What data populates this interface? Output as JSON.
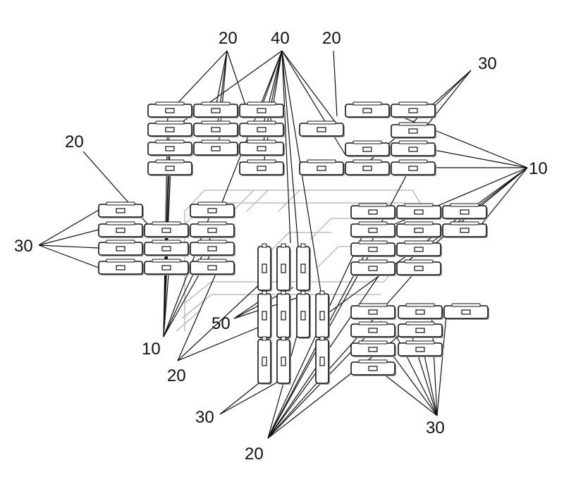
{
  "labels": {
    "top_20_left": "20",
    "top_40": "40",
    "top_20_right": "20",
    "top_right_30": "30",
    "right_10": "10",
    "left_20": "20",
    "left_30": "30",
    "center_50": "50",
    "bottom_10": "10",
    "bottom_20_left": "20",
    "bottom_30_center": "30",
    "bottom_20_center": "20",
    "bottom_right_30": "30"
  },
  "colors": {
    "stroke": "#111111",
    "background_frame": "#bdbdbd",
    "fill": "#ffffff"
  }
}
